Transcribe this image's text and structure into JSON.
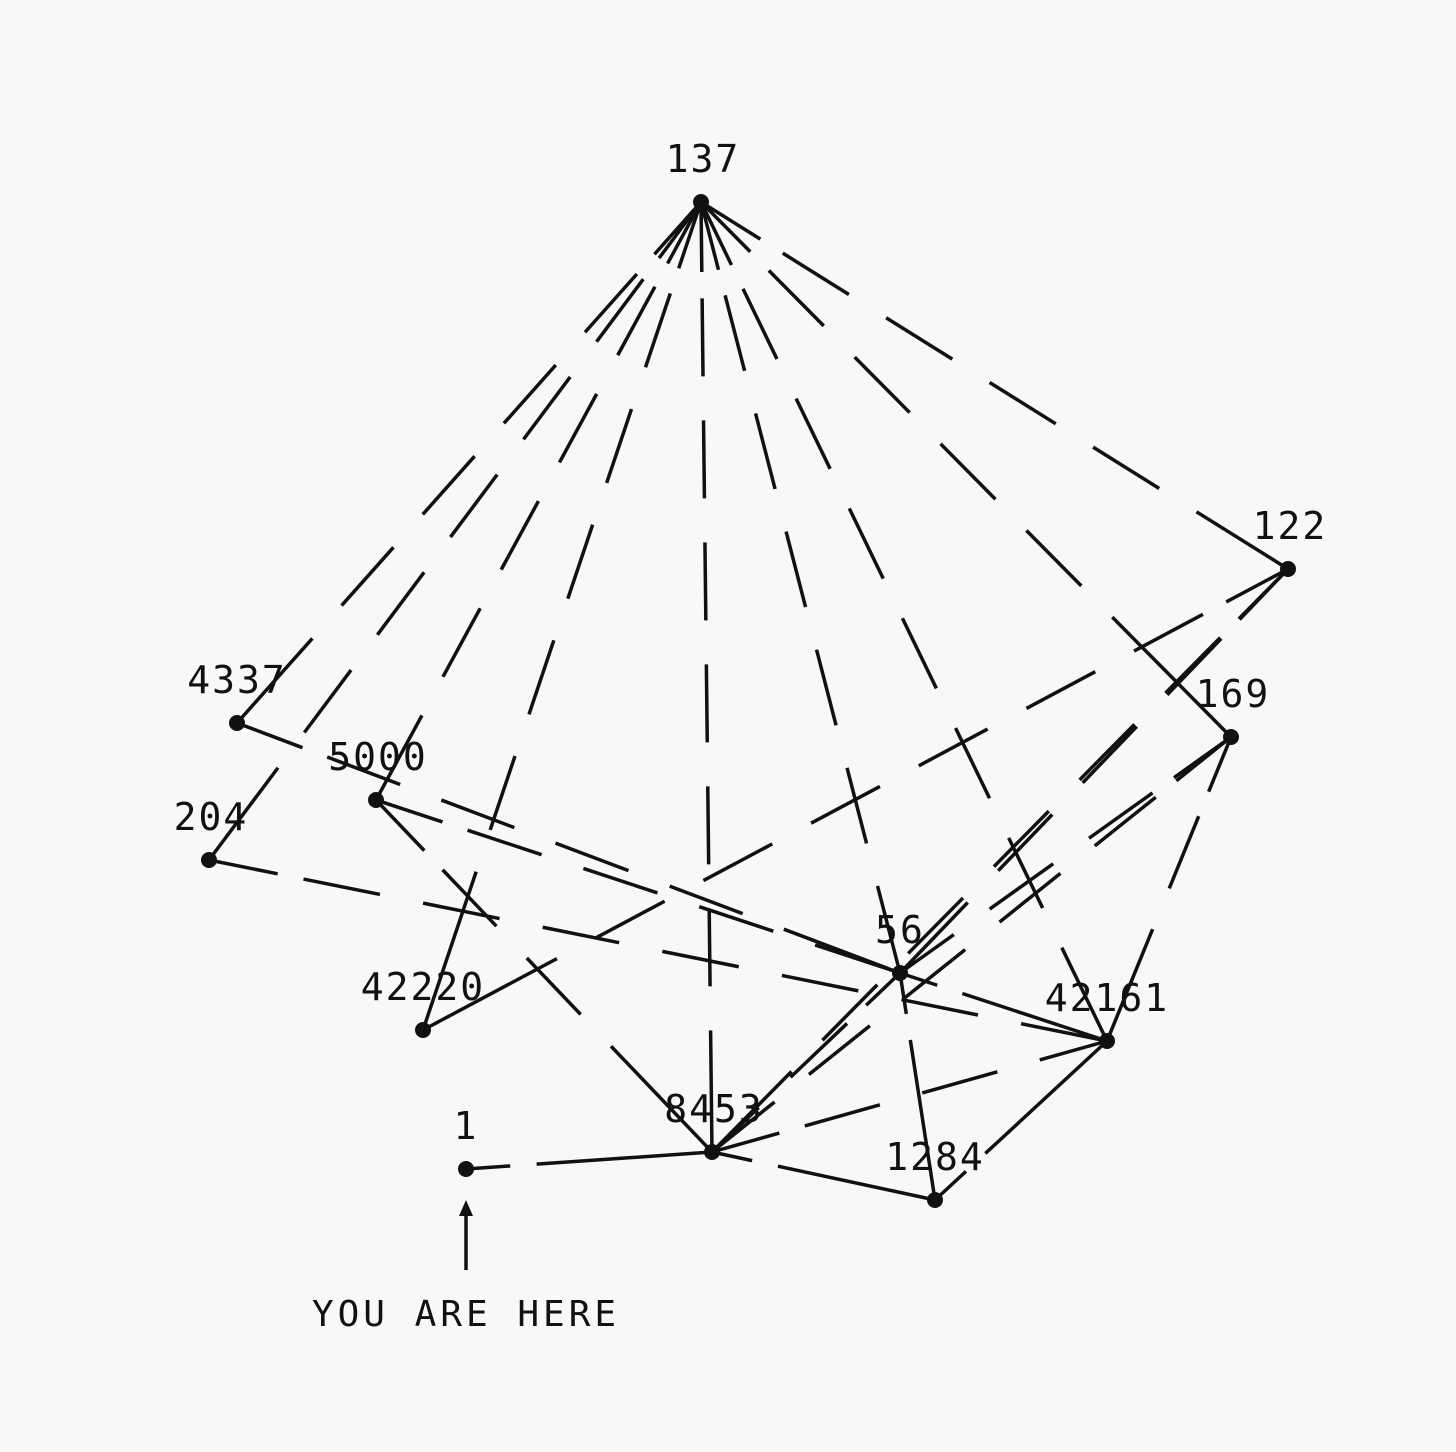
{
  "nodes": [
    {
      "id": "137",
      "label": "137"
    },
    {
      "id": "122",
      "label": "122"
    },
    {
      "id": "169",
      "label": "169"
    },
    {
      "id": "4337",
      "label": "4337"
    },
    {
      "id": "5000",
      "label": "5000"
    },
    {
      "id": "204",
      "label": "204"
    },
    {
      "id": "56",
      "label": "56"
    },
    {
      "id": "42220",
      "label": "42220"
    },
    {
      "id": "42161",
      "label": "42161"
    },
    {
      "id": "8453",
      "label": "8453"
    },
    {
      "id": "1",
      "label": "1"
    },
    {
      "id": "1284",
      "label": "1284"
    }
  ],
  "edges": [
    [
      "137",
      "4337"
    ],
    [
      "137",
      "5000"
    ],
    [
      "137",
      "204"
    ],
    [
      "137",
      "42220"
    ],
    [
      "137",
      "8453"
    ],
    [
      "137",
      "56"
    ],
    [
      "137",
      "42161"
    ],
    [
      "137",
      "169"
    ],
    [
      "137",
      "122"
    ],
    [
      "122",
      "42220"
    ],
    [
      "122",
      "56"
    ],
    [
      "122",
      "8453"
    ],
    [
      "169",
      "56"
    ],
    [
      "169",
      "42161"
    ],
    [
      "169",
      "8453"
    ],
    [
      "4337",
      "56"
    ],
    [
      "5000",
      "8453"
    ],
    [
      "5000",
      "56"
    ],
    [
      "204",
      "42161"
    ],
    [
      "56",
      "42161"
    ],
    [
      "56",
      "8453"
    ],
    [
      "56",
      "1284"
    ],
    [
      "8453",
      "42161"
    ],
    [
      "8453",
      "1284"
    ],
    [
      "1284",
      "42161"
    ],
    [
      "1",
      "8453"
    ]
  ],
  "caption": "YOU ARE HERE",
  "marker_node": "1"
}
